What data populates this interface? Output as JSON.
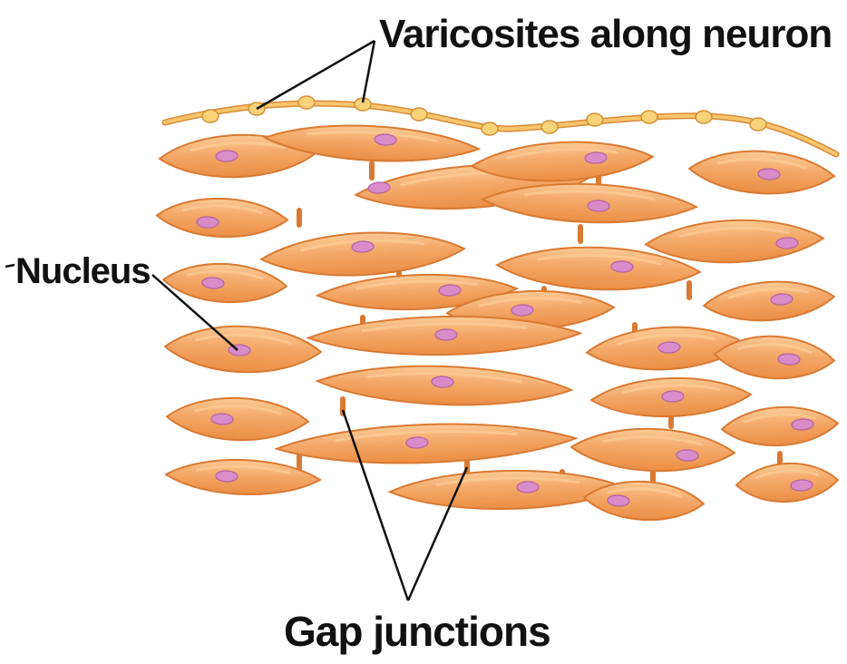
{
  "labels": {
    "varicosities": "Varicosites along neuron",
    "nucleus": "Nucleus",
    "gap_junctions": "Gap junctions"
  },
  "colors": {
    "cell_fill": "#F2A05C",
    "cell_highlight": "#FBCB95",
    "cell_outline": "#D97A33",
    "nucleus_fill": "#D98CC8",
    "nucleus_outline": "#B363A3",
    "neuron_fill": "#F7B955",
    "varicosity_fill": "#FAD27A",
    "leader_line": "#111111"
  }
}
